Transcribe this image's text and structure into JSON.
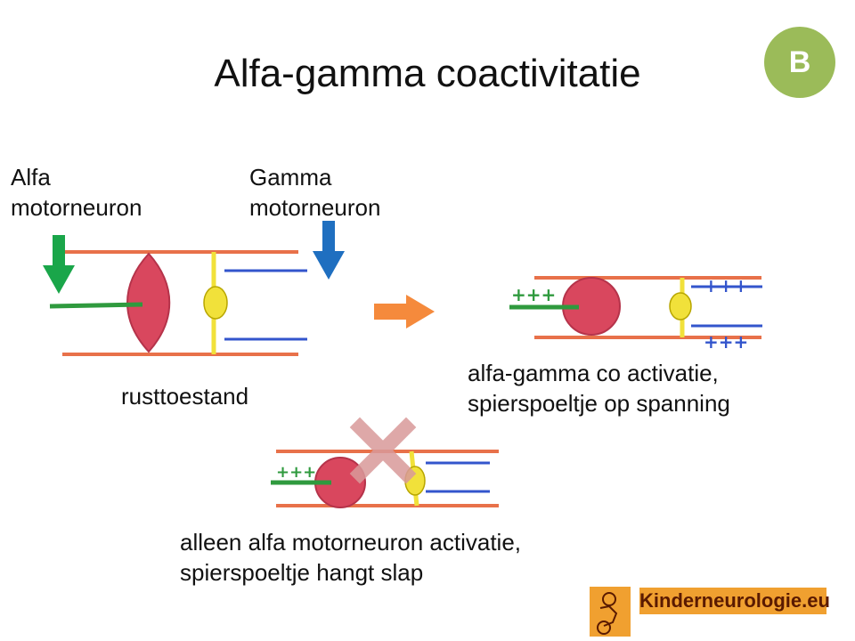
{
  "title": "Alfa-gamma coactivitatie",
  "badge": "B",
  "labels": {
    "alfa_line1": "Alfa",
    "alfa_line2": "motorneuron",
    "gamma_line1": "Gamma",
    "gamma_line2": "motorneuron",
    "rest": "rusttoestand",
    "coact_line1": "alfa-gamma co activatie,",
    "coact_line2": "spierspoeltje op spanning",
    "alpha_only_line1": "alleen alfa motorneuron activatie,",
    "alpha_only_line2": "spierspoeltje hangt slap"
  },
  "logo": {
    "text": "Kinderneurologie.eu"
  },
  "colors": {
    "muscle_line": "#e8714a",
    "muscle_fill": "#d9475e",
    "spindle": "#f1e13a",
    "alpha_nerve": "#2f9a3e",
    "gamma_nerve": "#3355cc",
    "alpha_arrow": "#1aa64a",
    "gamma_arrow": "#1f6fc0",
    "process_arrow": "#f58a3c",
    "cross": "#d99a9a",
    "badge": "#9bbb59",
    "logo_bg": "#f0a030"
  },
  "icons": [
    "down-arrow-icon",
    "right-arrow-icon",
    "cross-icon",
    "plus-signs-icon"
  ]
}
